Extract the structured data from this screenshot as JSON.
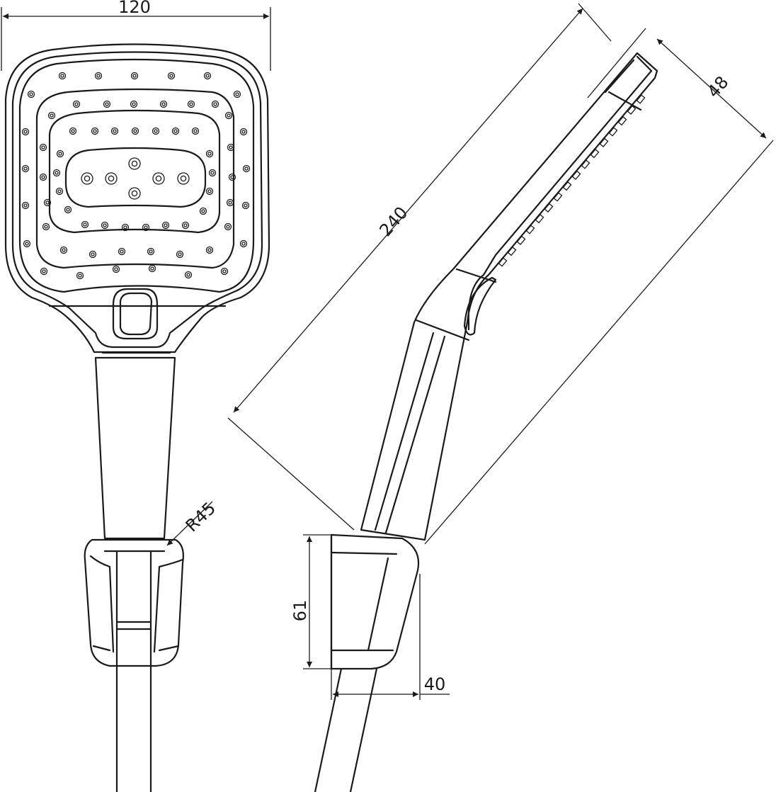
{
  "dimensions": {
    "head_width": "120",
    "total_length": "240",
    "head_depth": "48",
    "holder_radius": "R45",
    "holder_height": "61",
    "holder_depth": "40"
  }
}
